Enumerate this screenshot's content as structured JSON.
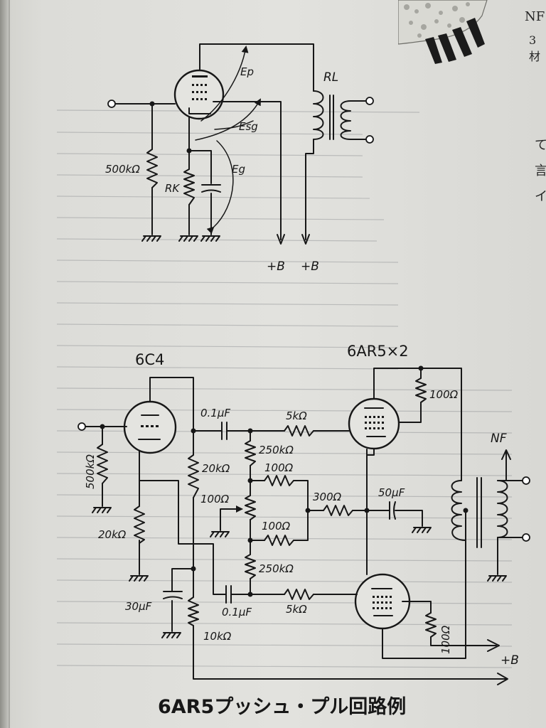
{
  "page": {
    "right_margin_text": [
      "NF",
      "3 材",
      "て",
      "言",
      "イ"
    ]
  },
  "circuit_top": {
    "labels": {
      "ep": "Ep",
      "esg": "Esg",
      "eg": "Eg",
      "rl": "RL",
      "r_grid": "500kΩ",
      "rk": "RK",
      "plus_b_1": "+B",
      "plus_b_2": "+B"
    }
  },
  "circuit_bottom": {
    "tube_driver": "6C4",
    "tube_output": "6AR5×2",
    "labels": {
      "c_in_top": "0.1μF",
      "r_top_series": "5kΩ",
      "r_plate_6c4": "20kΩ",
      "r_250k_top": "250kΩ",
      "r_100_a": "100Ω",
      "pot_100": "100Ω",
      "r_300": "300Ω",
      "c_50": "50μF",
      "r_100_b": "100Ω",
      "r_250k_bottom": "250kΩ",
      "r_grid_6c4": "500kΩ",
      "r_cath_6c4": "20kΩ",
      "c_30": "30μF",
      "c_in_bottom": "0.1μF",
      "r_bottom_series": "5kΩ",
      "r_10k": "10kΩ",
      "r_sg_top": "100Ω",
      "r_sg_bottom": "100Ω",
      "nf": "NF",
      "plus_b": "+B"
    },
    "caption": "6AR5プッシュ・プル回路例"
  }
}
